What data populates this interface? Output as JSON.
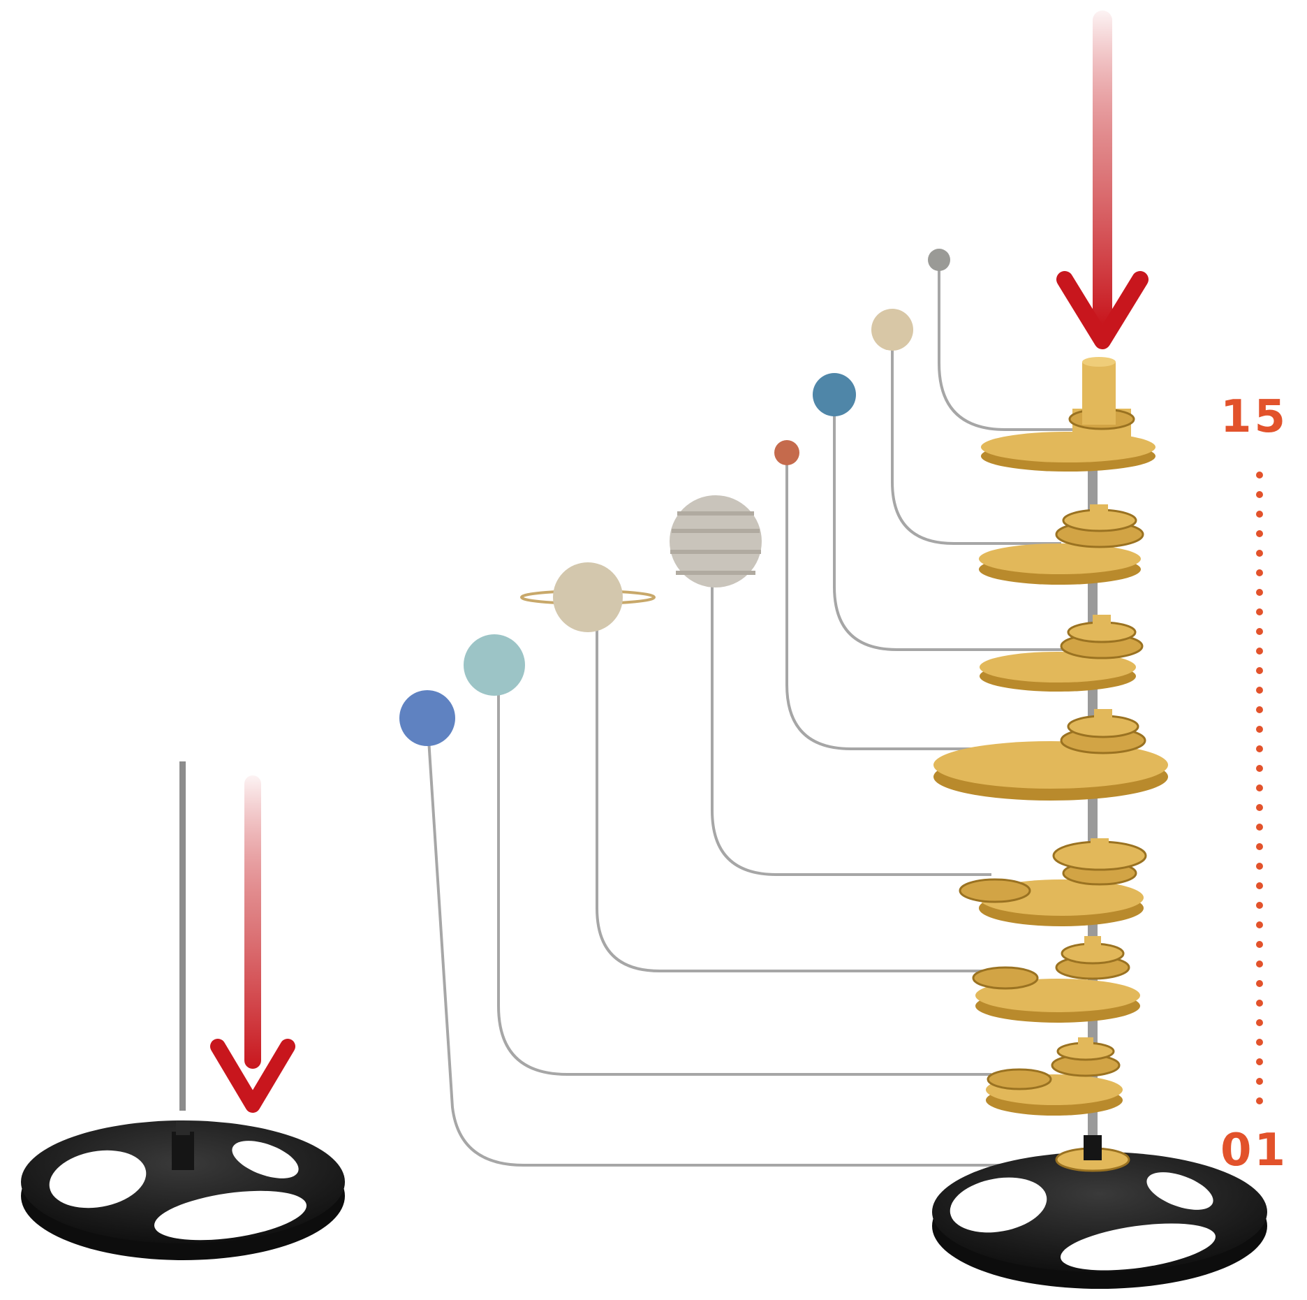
{
  "labels": {
    "step_end": "15",
    "step_start": "01"
  },
  "colors": {
    "accent": "#e2522b",
    "arrow": "#c8161d",
    "gear": "#e2b85a",
    "gear_dark": "#b98a2c",
    "base": "#1c1c1c",
    "rod": "#8c8c8c"
  },
  "planets": [
    {
      "name": "mercury",
      "color": "#9a9a96"
    },
    {
      "name": "venus",
      "color": "#d8c7a6"
    },
    {
      "name": "earth",
      "color": "#4f86a8"
    },
    {
      "name": "mars",
      "color": "#c56a4c"
    },
    {
      "name": "jupiter",
      "color": "#c9c4bb"
    },
    {
      "name": "saturn",
      "color": "#d3c7ad"
    },
    {
      "name": "uranus",
      "color": "#9cc4c6"
    },
    {
      "name": "neptune",
      "color": "#5f82c1"
    }
  ]
}
